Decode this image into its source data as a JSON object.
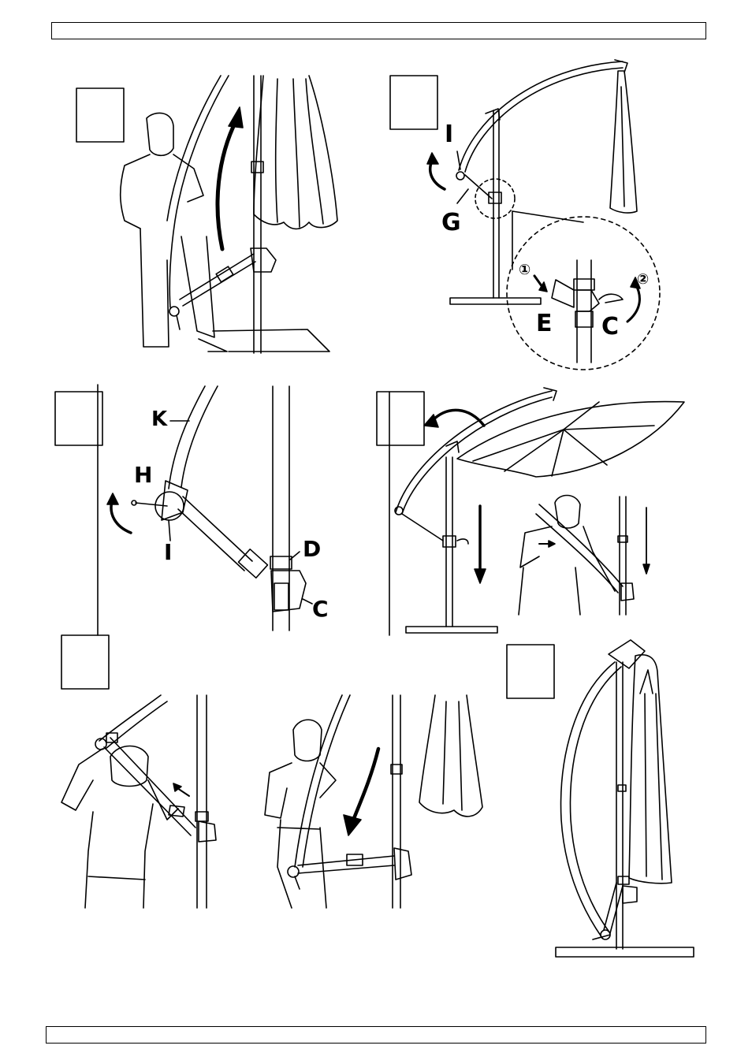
{
  "header": {
    "text": ""
  },
  "footer": {
    "text": ""
  },
  "step_boxes": [
    {
      "id": "step-1",
      "number": ""
    },
    {
      "id": "step-2",
      "number": ""
    },
    {
      "id": "step-3",
      "number": ""
    },
    {
      "id": "step-4",
      "number": ""
    },
    {
      "id": "step-5",
      "number": ""
    },
    {
      "id": "step-6",
      "number": ""
    }
  ],
  "part_labels": {
    "I_top": "I",
    "G": "G",
    "E": "E",
    "C_top": "C",
    "callout_1": "①",
    "callout_2": "②",
    "K": "K",
    "H": "H",
    "I_mid": "I",
    "D": "D",
    "C_mid": "C"
  }
}
